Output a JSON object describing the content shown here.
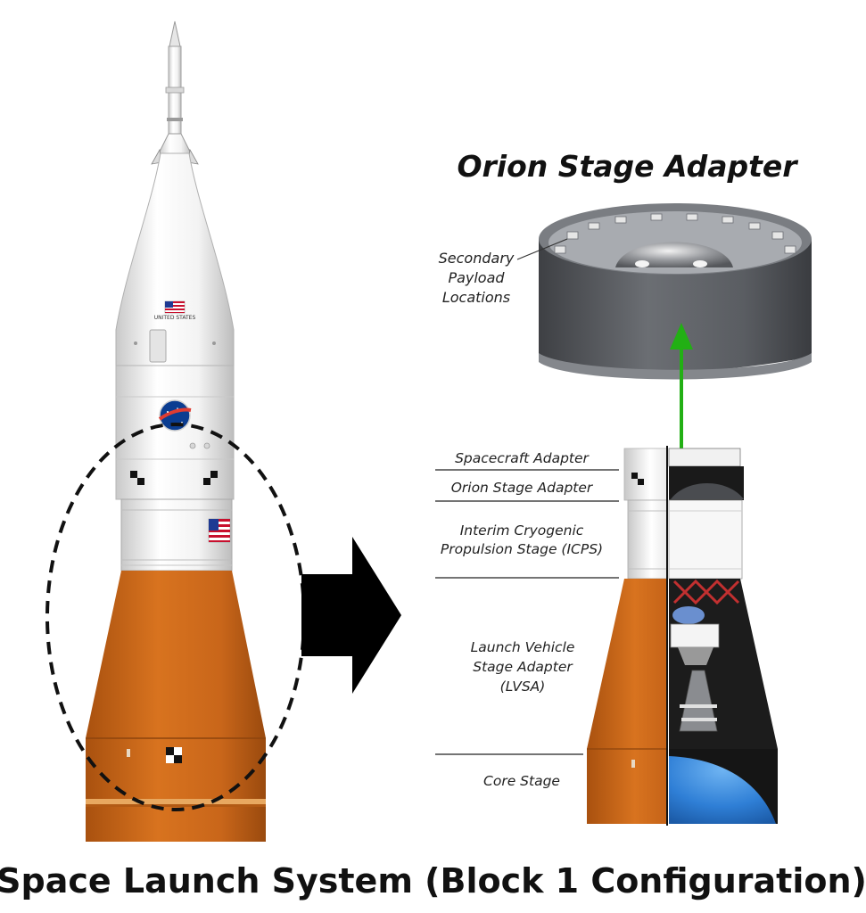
{
  "title": "Space Launch System (Block 1 Configuration)",
  "detail_title": "Orion Stage Adapter",
  "vehicle_marking": "UNITED STATES",
  "callout": {
    "line1": "Secondary",
    "line2": "Payload",
    "line3": "Locations"
  },
  "labels": {
    "spacecraft_adapter": "Spacecraft Adapter",
    "orion_stage_adapter": "Orion Stage Adapter",
    "icps_line1": "Interim Cryogenic",
    "icps_line2": "Propulsion Stage (ICPS)",
    "lvsa_line1": "Launch Vehicle",
    "lvsa_line2": "Stage Adapter",
    "lvsa_line3": "(LVSA)",
    "core_stage": "Core Stage"
  },
  "colors": {
    "core_orange": "#c8661a",
    "white_body": "#f2f2f2",
    "adapter_gray": "#55575b",
    "arrow_green": "#22b014",
    "tank_blue": "#2f7fd6"
  }
}
